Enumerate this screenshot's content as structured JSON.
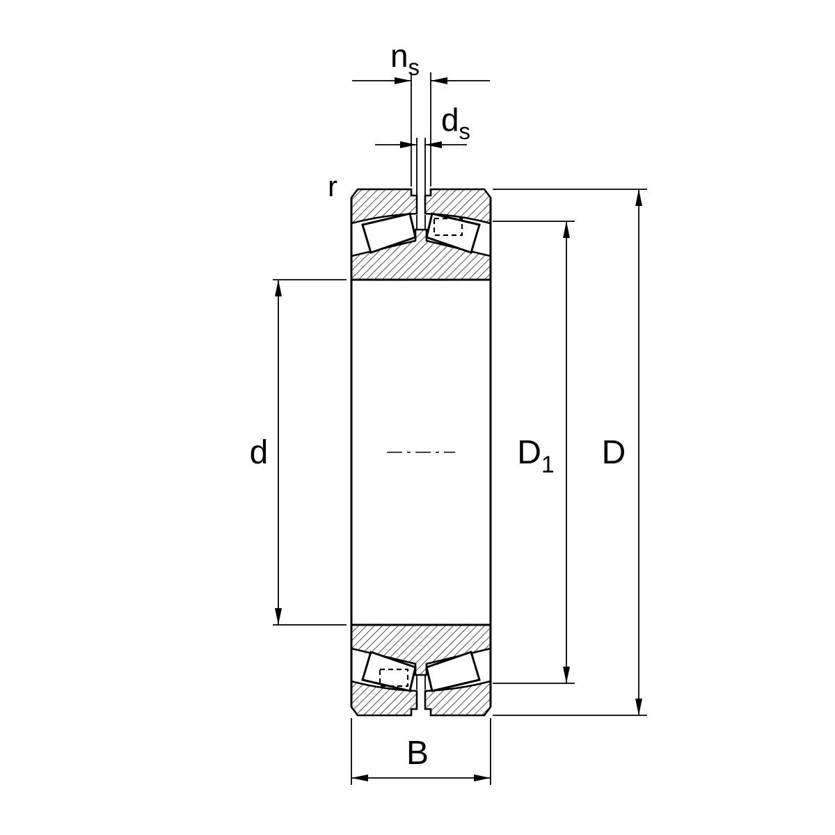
{
  "drawing": {
    "colors": {
      "line": "#000000",
      "background": "#ffffff"
    },
    "labels": {
      "ns_main": "n",
      "ns_sub": "s",
      "ds_main": "d",
      "ds_sub": "s",
      "r": "r",
      "d": "d",
      "D1_main": "D",
      "D1_sub": "1",
      "D": "D",
      "B": "B"
    }
  }
}
